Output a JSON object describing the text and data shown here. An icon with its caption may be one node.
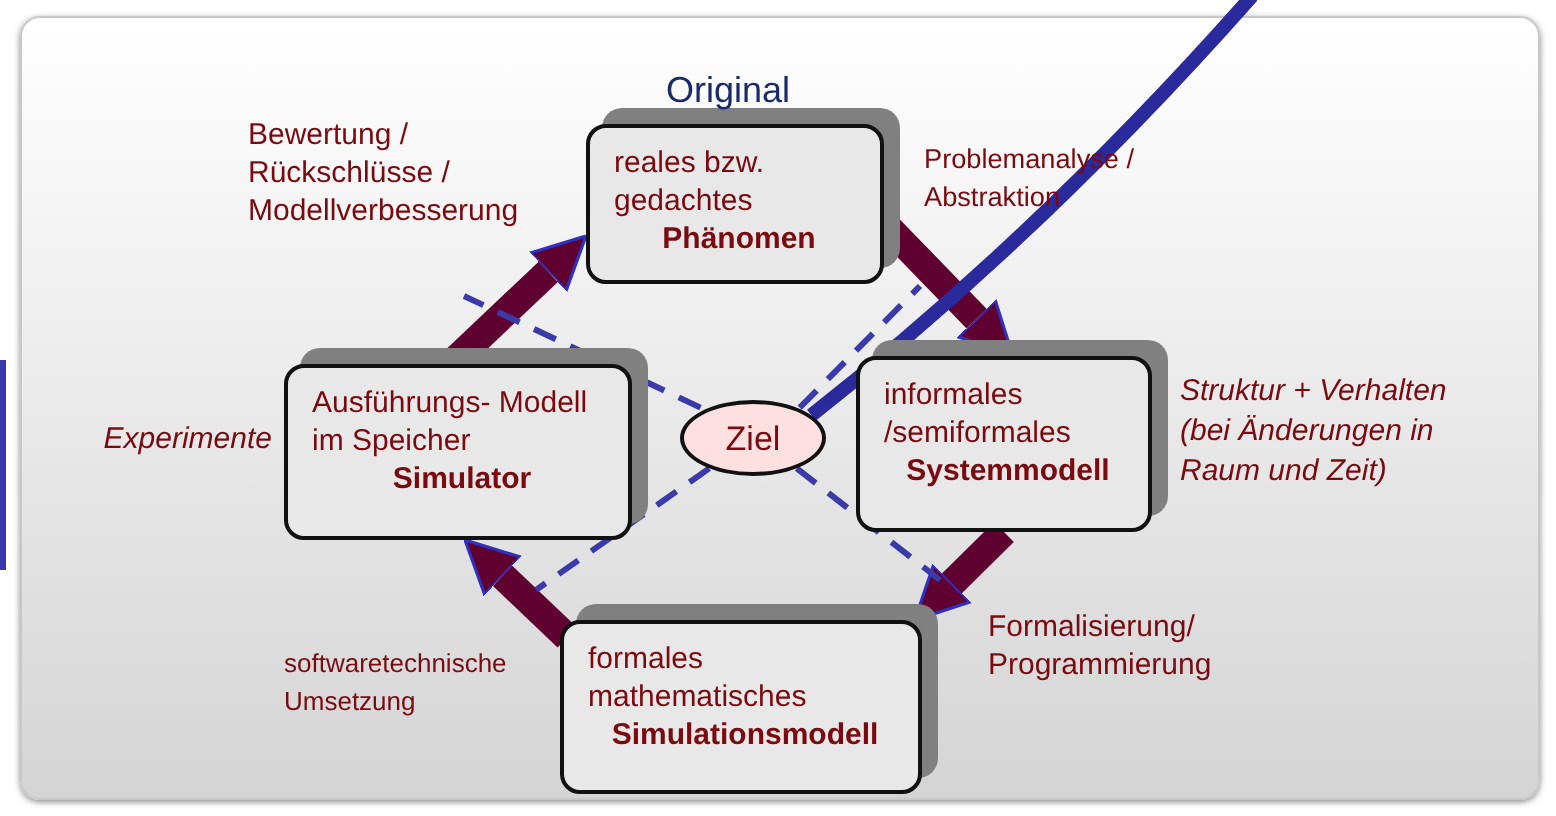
{
  "diagram": {
    "nodes": [
      {
        "text": [
          "Original",
          "reales bzw. gedachtes",
          "Phänomen"
        ]
      },
      {
        "text": [
          "informales /semiformales",
          "Systemmodell"
        ],
        "beside": [
          "Struktur + Verhalten (bei Änderungen in Raum und Zeit)"
        ]
      },
      {
        "text": [
          "formales mathematisches",
          "Simulationsmodell"
        ]
      },
      {
        "text": [
          "Ausführungs- Modell im Speicher",
          "Simulator"
        ],
        "beside": [
          "Experimente"
        ]
      },
      {
        "text": [
          "Ziel"
        ]
      }
    ],
    "edges": [
      {
        "from": 0,
        "to": 1,
        "arrow": "to",
        "label": "Problemanalyse / Abstraktion",
        "style": "thick"
      },
      {
        "from": 1,
        "to": 2,
        "arrow": "to",
        "label": "Formalisierung/ Programmierung",
        "style": "thick"
      },
      {
        "from": 2,
        "to": 3,
        "arrow": "to",
        "label": "softwaretechnische Umsetzung",
        "style": "thick"
      },
      {
        "from": 3,
        "to": 0,
        "arrow": "to",
        "label": "Bewertung / Rückschlüsse / Modellverbesserung",
        "style": "thick"
      },
      {
        "from": 4,
        "to": null,
        "arrow": "none",
        "style": "dashed",
        "color": "#3a3aa8"
      },
      {
        "from": 4,
        "to": null,
        "arrow": "none",
        "style": "dashed",
        "color": "#3a3aa8"
      },
      {
        "from": 4,
        "to": null,
        "arrow": "none",
        "style": "dashed",
        "color": "#3a3aa8"
      },
      {
        "from": 4,
        "to": null,
        "arrow": "none",
        "style": "dashed",
        "color": "#3a3aa8"
      },
      {
        "from": 4,
        "to": null,
        "arrow": "none",
        "color": "#2a2a9c"
      }
    ]
  }
}
